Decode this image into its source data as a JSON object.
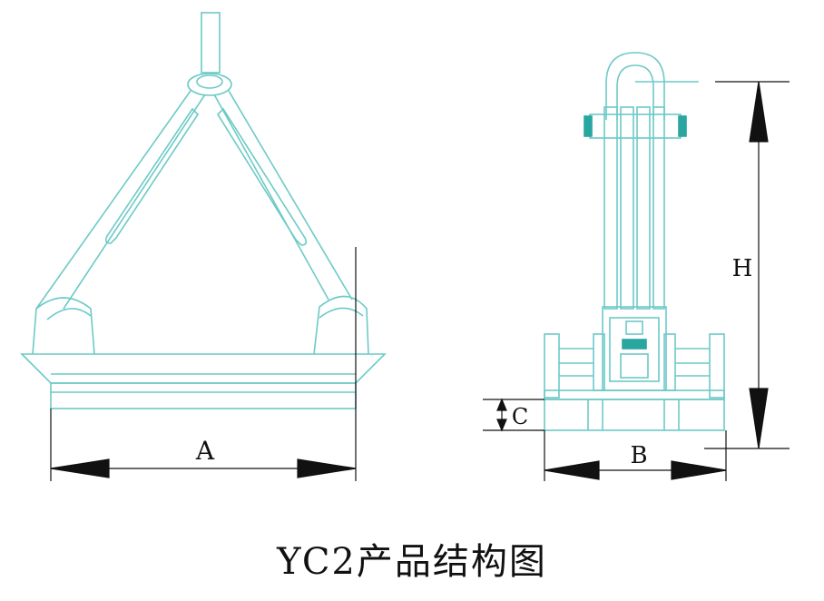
{
  "diagram": {
    "labels": {
      "A": "A",
      "B": "B",
      "C": "C",
      "H": "H"
    },
    "caption": "YC2产品结构图"
  },
  "colors": {
    "line": "#6ccac6",
    "dimension": "#111111",
    "fill_accent": "#2aa6a0"
  }
}
